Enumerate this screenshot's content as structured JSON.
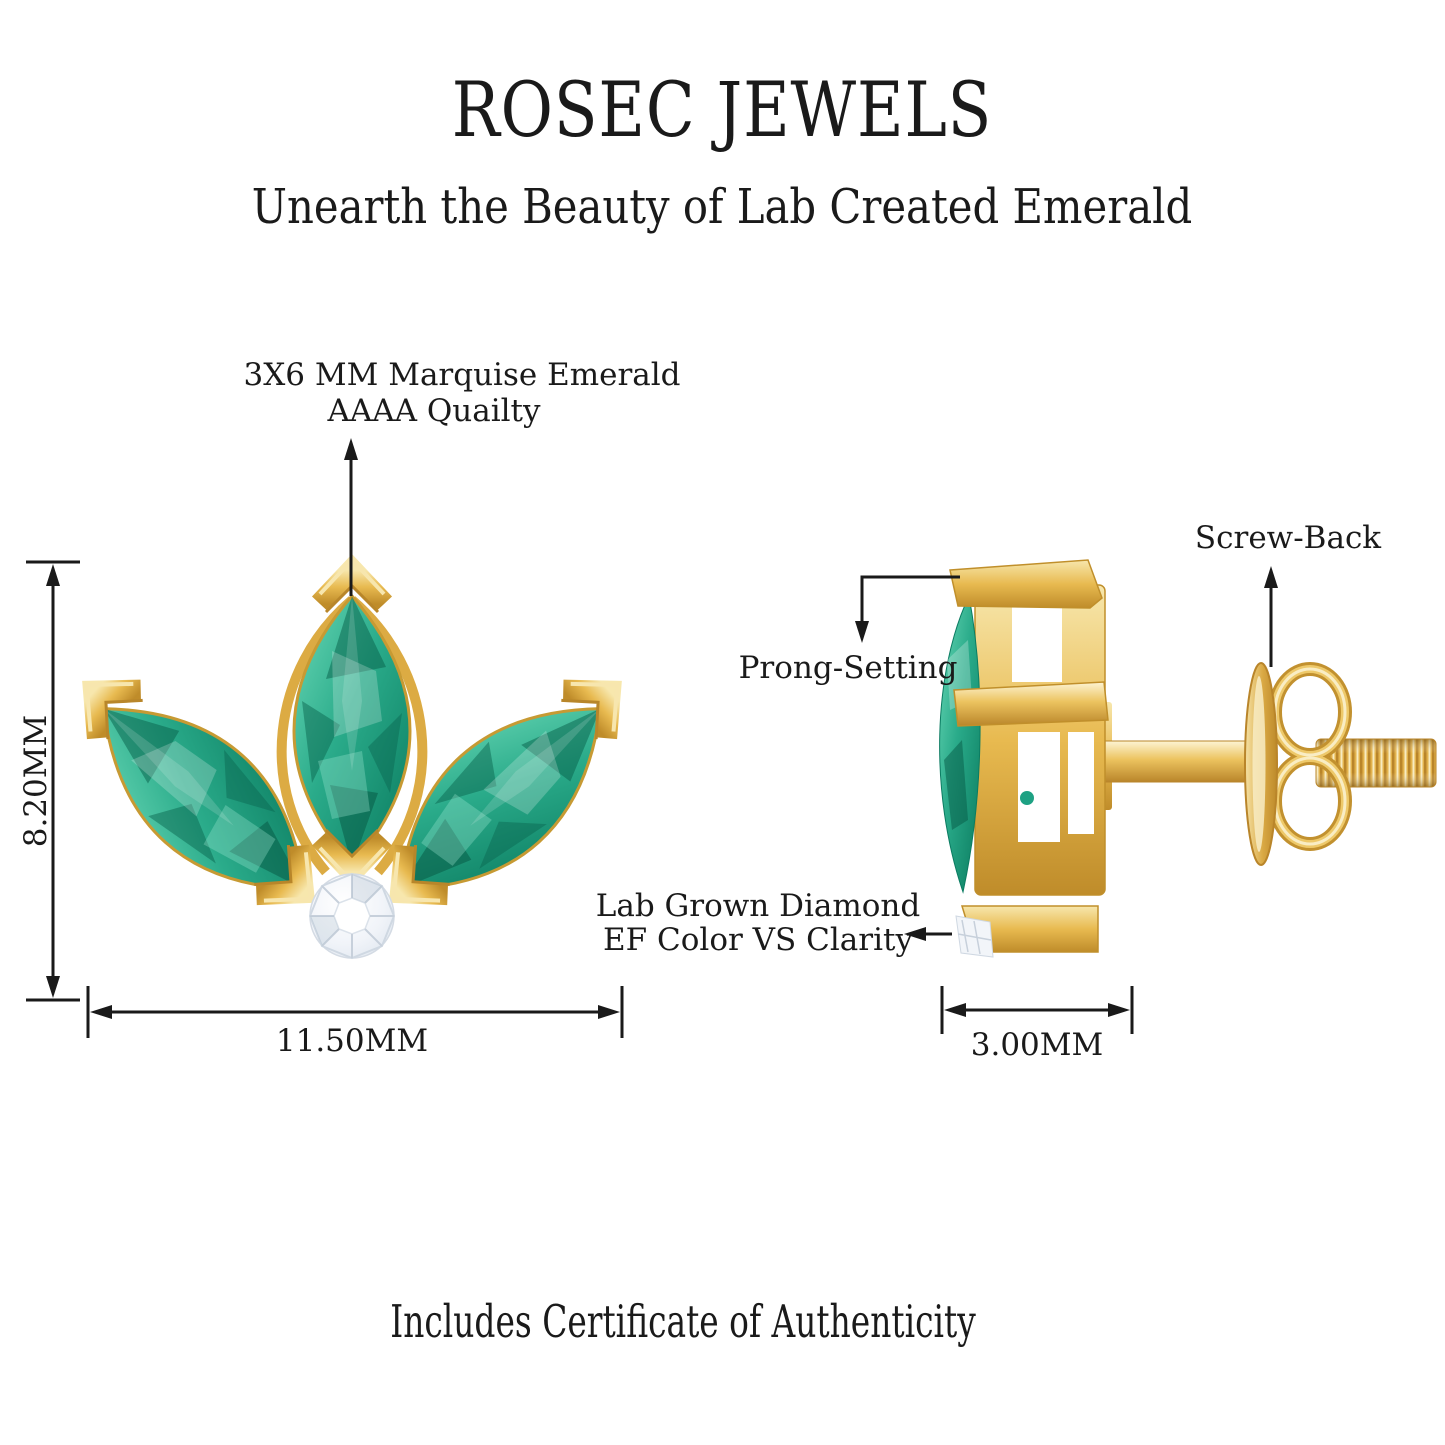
{
  "brand": {
    "name": "ROSEC JEWELS",
    "tagline": "Unearth the Beauty of Lab Created Emerald"
  },
  "front_view": {
    "gem_callout_line1": "3X6 MM Marquise Emerald",
    "gem_callout_line2": "AAAA Quailty",
    "height_dim": "8.20MM",
    "width_dim": "11.50MM"
  },
  "side_view": {
    "prong_callout": "Prong-Setting",
    "back_callout": "Screw-Back",
    "diamond_callout_line1": "Lab Grown Diamond",
    "diamond_callout_line2": "EF Color VS Clarity",
    "depth_dim": "3.00MM"
  },
  "footer": {
    "certificate_note": "Includes Certificate of Authenticity"
  },
  "colors": {
    "background": "#ffffff",
    "ink": "#1a1a1a",
    "gold": "#e8ba50",
    "gold_dark": "#bd8a2b",
    "gold_light": "#f8ecc2",
    "emerald": "#21a183",
    "emerald_light": "#5fd2af",
    "emerald_dark": "#0a7a5e",
    "diamond_white": "#f2f5f9"
  }
}
